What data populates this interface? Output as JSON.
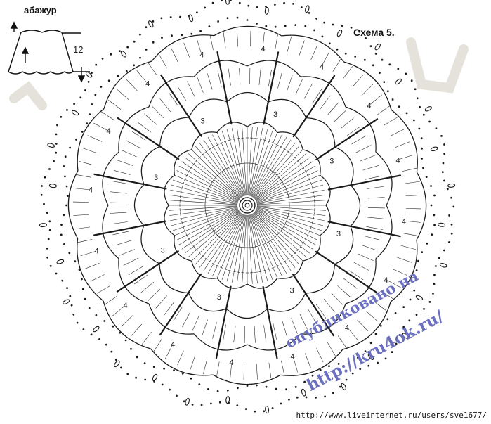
{
  "title": "Схема 5.",
  "lamp": {
    "label": "абажур",
    "height_value": "12"
  },
  "row_labels": {
    "inner": "3",
    "outer": "4"
  },
  "watermark": {
    "line1": "опубликовано на",
    "line2": "http://kru4ok.ru/"
  },
  "source_url": "http://www.liveinternet.ru/users/sve1677/",
  "pattern": {
    "repeats": 16,
    "inner_row_count": 8,
    "outer_row_count": 16
  },
  "colors": {
    "ink": "#1a1a1a",
    "watermark": "#6a6fbf",
    "faint": "#e4e2da"
  }
}
